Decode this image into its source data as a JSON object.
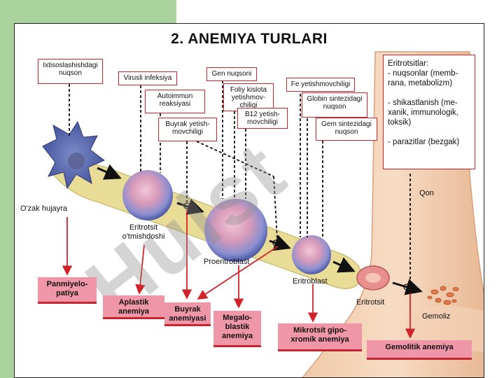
{
  "title": "2. ANEMIYA TURLARI",
  "watermark": "Hulst",
  "causes": {
    "ixtisos": "Ixtisoslashishdagi nuqson",
    "virus": "Virusli infeksiya",
    "autoimmun": "Autoimmun reaksiyasi",
    "buyrak": "Buyrak yetish-movchiligi",
    "gen": "Gen nuqsoni",
    "foliy": "Foliy kislota yetishmov-chiligi",
    "b12": "B12 yetish-movchiligi",
    "fe": "Fe yetishmovchiligi",
    "globin": "Globin sintezidagi nuqson",
    "gem": "Gem sintezidagi nuqson"
  },
  "eritro_box": {
    "heading": "Eritrotsitlar:",
    "item1": "- nuqsonlar (memb-rana, metabolizm)",
    "item2": "- shikastlanish (me-xanik, immunologik, toksik)",
    "item3": "- parazitlar (bezgak)"
  },
  "cells": {
    "ozak": "O'zak hujayra",
    "otmish": "Eritrotsit o'tmishdoshi",
    "proeritro": "Proeritroblast",
    "eritroblast": "Eritroblast",
    "eritrotsit": "Eritrotsit",
    "gemoliz": "Gemoliz",
    "qon": "Qon"
  },
  "results": {
    "panmiyelo": "Panmiyelo-patiya",
    "aplastik": "Aplastik anemiya",
    "buyrak": "Buyrak anemiyasi",
    "megalo": "Megalo-blastik anemiya",
    "mikrotsit": "Mikrotsit gipo-xromik anemiya",
    "gemolitik": "Gemolitik anemiya"
  }
}
